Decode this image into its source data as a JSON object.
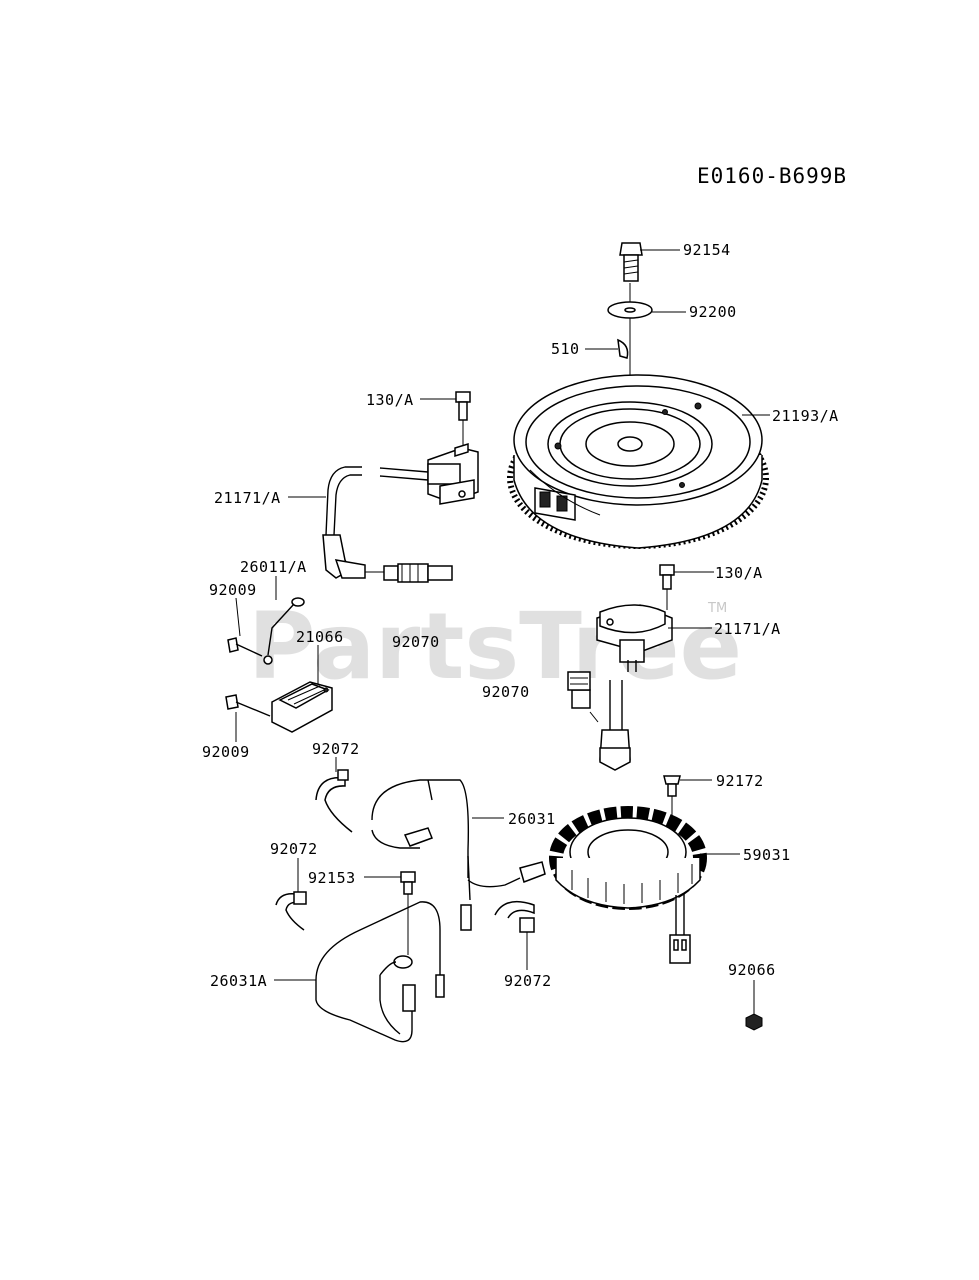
{
  "diagram_code": "E0160-B699B",
  "watermark": "PartsTree",
  "watermark_tm": "TM",
  "labels": {
    "p92154": "92154",
    "p92200": "92200",
    "p510": "510",
    "p21193A": "21193/A",
    "p130A_top": "130/A",
    "p21171A_left": "21171/A",
    "p26011A": "26011/A",
    "p92009_top": "92009",
    "p21066": "21066",
    "p92070_left": "92070",
    "p130A_right": "130/A",
    "p21171A_right": "21171/A",
    "p92070_right": "92070",
    "p92009_bottom": "92009",
    "p92072_top": "92072",
    "p92172": "92172",
    "p26031": "26031",
    "p59031": "59031",
    "p92072_left": "92072",
    "p92153": "92153",
    "p26031A": "26031A",
    "p92072_bottom": "92072",
    "p92066": "92066"
  }
}
